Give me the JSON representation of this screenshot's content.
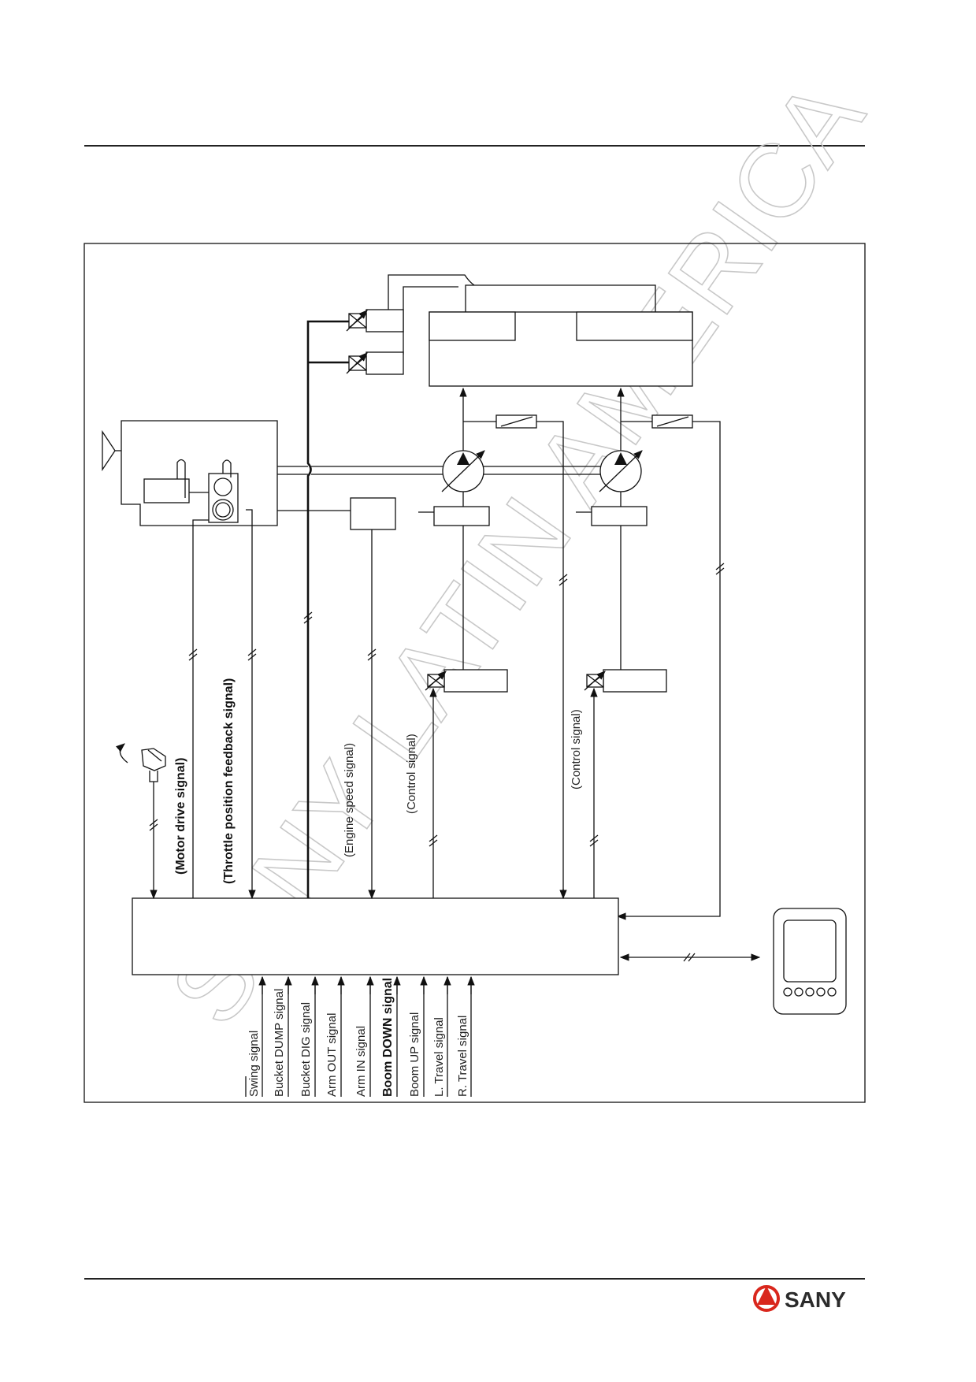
{
  "diagram": {
    "left_labels": {
      "motor_drive": "(Motor drive signal)",
      "throttle_feedback": "(Throttle position feedback signal)"
    },
    "mid_labels": {
      "engine_speed": "(Engine speed signal)",
      "control_1": "(Control signal)",
      "control_2": "(Control signal)"
    },
    "input_signals": [
      "Swing signal",
      "Bucket DUMP signal",
      "Bucket DIG signal",
      "Arm OUT signal",
      "Arm IN signal",
      "Boom DOWN signal",
      "Boom UP signal",
      "L. Travel signal",
      "R. Travel signal"
    ]
  },
  "watermark": "SANY LATIN AMERICA",
  "footer": {
    "brand": "SANY",
    "brand_color": "#d9271d"
  }
}
